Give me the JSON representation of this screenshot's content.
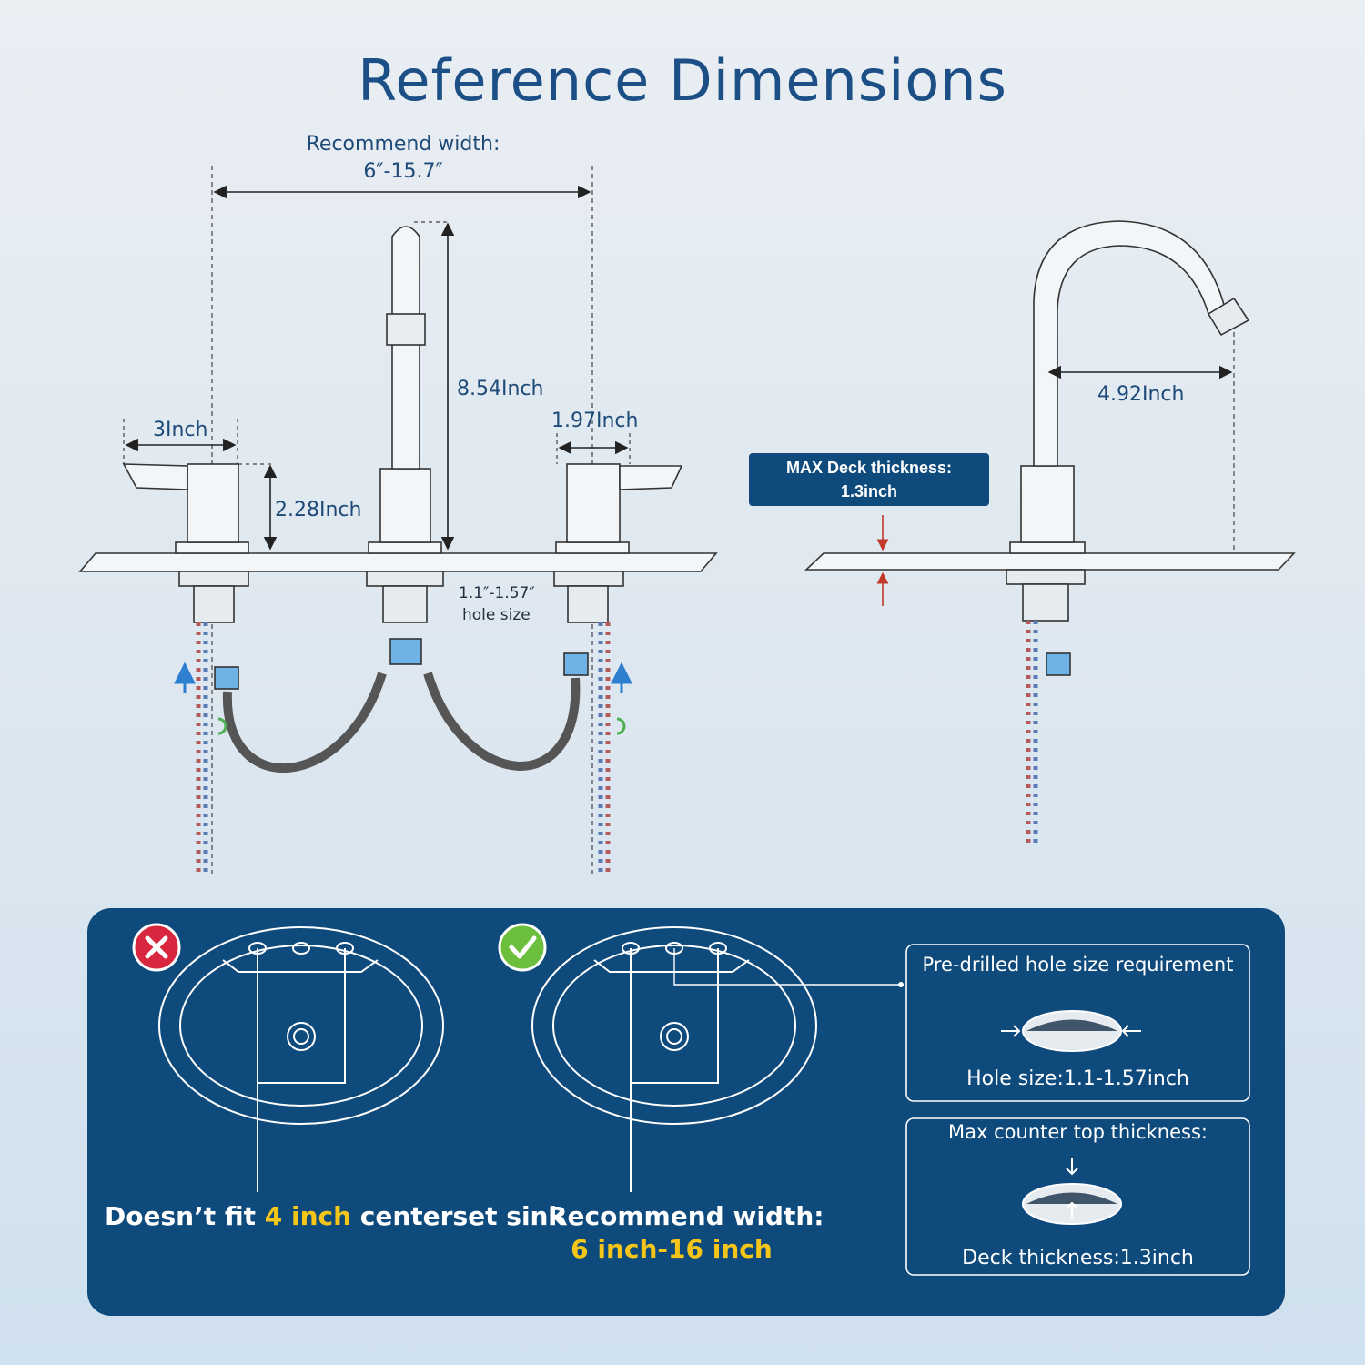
{
  "title": "Reference Dimensions",
  "dimensions": {
    "recommend_width_label": "Recommend width:",
    "recommend_width_value": "6″-15.7″",
    "spout_height": "8.54Inch",
    "handle_width": "3Inch",
    "handle_height": "2.28Inch",
    "base_width": "1.97Inch",
    "hole_size_line1": "1.1″-1.57″",
    "hole_size_line2": "hole size",
    "spout_reach": "4.92Inch",
    "max_deck_label": "MAX Deck thickness:",
    "max_deck_value": "1.3inch"
  },
  "bottom": {
    "wrong": {
      "text_before": "Doesn’t fit ",
      "highlight": "4 inch",
      "text_after": " centerset sink"
    },
    "right": {
      "line1": "Recommend width:",
      "line2": "6 inch-16 inch"
    },
    "hole_box": {
      "title": "Pre-drilled hole size requirement",
      "value": "Hole size:1.1-1.57inch"
    },
    "thickness_box": {
      "title": "Max counter top thickness:",
      "value": "Deck thickness:1.3inch"
    }
  },
  "colors": {
    "brand_blue": "#0f4a7d",
    "highlight_yellow": "#f5c518",
    "wrong_red": "#d7263d",
    "right_green": "#6cbf3c"
  }
}
